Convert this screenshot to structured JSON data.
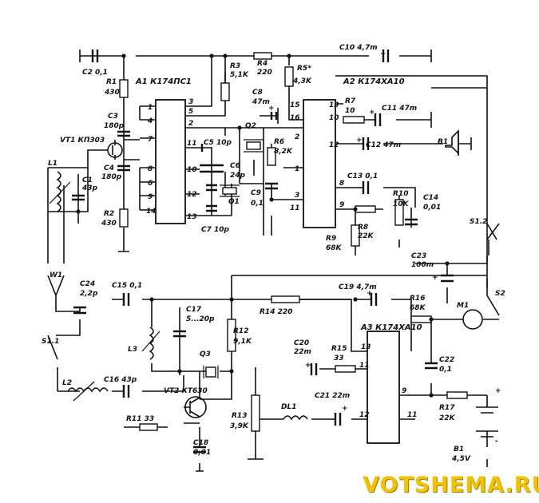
{
  "labels": {
    "C2": "C2 0,1",
    "R1": "R1",
    "R1v": "430",
    "A1": "A1 К174ПС1",
    "C3": "C3",
    "C3v": "180p",
    "VT1": "VT1 КП303",
    "L1": "L1",
    "C1": "C1",
    "C1v": "43p",
    "C4": "C4",
    "C4v": "180p",
    "R2": "R2",
    "R2v": "430",
    "R3": "R3",
    "R3v": "5,1K",
    "R4": "R4",
    "R4v": "220",
    "R5": "R5*",
    "R5v": "4,3K",
    "C8": "C8",
    "C8v": "47m",
    "C5": "C5 10p",
    "C6": "C6",
    "C6v": "24p",
    "Q1": "Q1",
    "Q2": "Q2",
    "R6": "R6",
    "R6v": "8,2K",
    "C9": "C9",
    "C9v": "0,1",
    "C7": "C7 10p",
    "C10": "C10 4,7m",
    "A2": "A2 К174ХА10",
    "R7": "R7",
    "R7v": "10",
    "C11": "C11 47m",
    "C12": "C12 47m",
    "B1top": "B1",
    "C13": "C13 0,1",
    "R10": "R10",
    "R10v": "10K",
    "C14": "C14",
    "C14v": "0,01",
    "R8": "R8",
    "R8v": "22K",
    "R9": "R9",
    "R9v": "68K",
    "S12": "S1.2",
    "C23": "C23",
    "C23v": "100m",
    "W1": "W1",
    "C24": "C24",
    "C24v": "2,2p",
    "S11": "S1.1",
    "C15": "C15 0,1",
    "C17": "C17",
    "C17v": "5...20p",
    "L3": "L3",
    "Q3": "Q3",
    "R12": "R12",
    "R12v": "9,1K",
    "R14": "R14 220",
    "C19": "C19 4,7m",
    "R16": "R16",
    "R16v": "68K",
    "M1": "M1",
    "S2": "S2",
    "A3": "A3 К174ХА10",
    "C20": "C20",
    "C20v": "22m",
    "R15": "R15",
    "R15v": "33",
    "C22": "C22",
    "C22v": "0,1",
    "L2": "L2",
    "C16": "C16 43p",
    "VT2": "VT2 КТ630",
    "R11": "R11 33",
    "C18": "C18",
    "C18v": "0,01",
    "R13": "R13",
    "R13v": "3,9K",
    "DL1": "DL1",
    "C21": "C21 22m",
    "R17": "R17",
    "R17v": "22K",
    "B1bot": "B1",
    "B1botv": "4,5V"
  },
  "pins": {
    "a1_1": "1",
    "a1_4": "4",
    "a1_7": "7",
    "a1_8": "8",
    "a1_6": "6",
    "a1_9": "9",
    "a1_14": "14",
    "a1_3": "3",
    "a1_5": "5",
    "a1_2": "2",
    "a1_11": "11",
    "a1_10": "10",
    "a1_12": "12",
    "a1_13": "13",
    "a2_15": "15",
    "a2_16": "16",
    "a2_2": "2",
    "a2_1": "1",
    "a2_3": "3",
    "a2_11": "11",
    "a2_13": "13",
    "a2_10": "10",
    "a2_12": "12",
    "a2_8": "8",
    "a2_9": "9",
    "a3_13": "13",
    "a3_11": "11",
    "a3_9": "9",
    "a3_12": "12",
    "a3_11b": "11"
  },
  "polarity": {
    "plus": "+",
    "minus": "-"
  },
  "watermark": "VOTSHEMA.RU"
}
